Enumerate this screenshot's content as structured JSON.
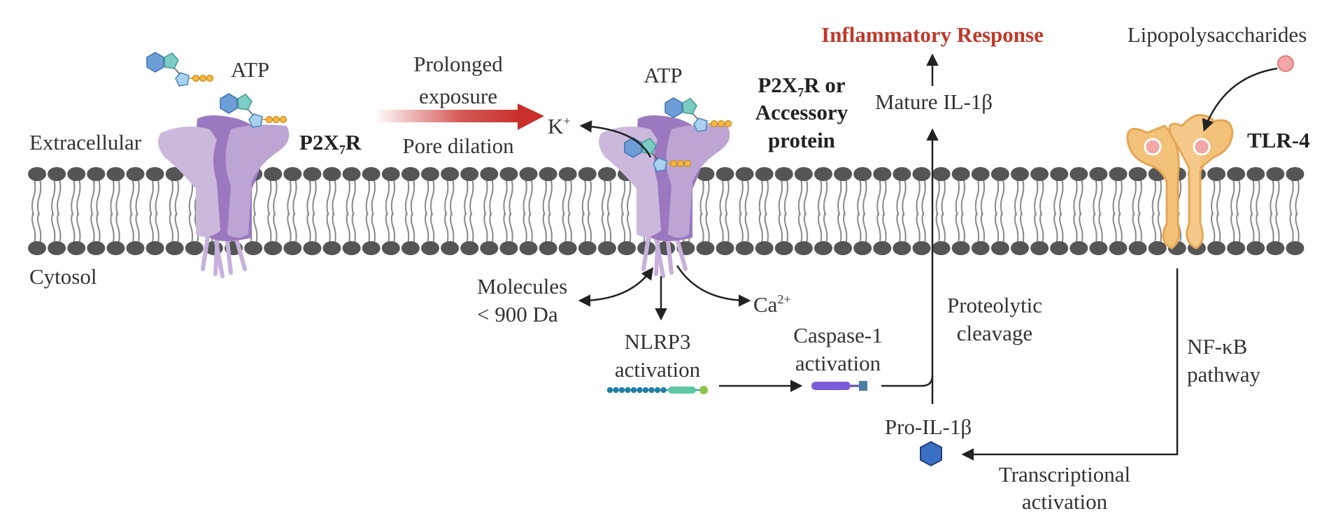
{
  "labels": {
    "extracellular": "Extracellular",
    "cytosol": "Cytosol",
    "atp_left": "ATP",
    "atp_middle": "ATP",
    "p2x7r_main": "P2X",
    "p2x7r_sub": "7",
    "p2x7r_end": "R",
    "prolonged": "Prolonged",
    "exposure": "exposure",
    "pore_dilation": "Pore dilation",
    "k_ion": "K",
    "k_charge": "+",
    "p2x7r_or_main": "P2X",
    "p2x7r_or_sub": "7",
    "p2x7r_or_end": "R or",
    "accessory": "Accessory",
    "protein": "protein",
    "inflammatory_response": "Inflammatory Response",
    "mature_il": "Mature IL-1β",
    "lipopolysaccharides": "Lipopolysaccharides",
    "tlr4": "TLR-4",
    "molecules": "Molecules",
    "lt_900": "< 900 Da",
    "ca_ion": "Ca",
    "ca_charge": "2+",
    "nlrp3": "NLRP3",
    "nlrp3_activation": "activation",
    "caspase1": "Caspase-1",
    "caspase1_activation": "activation",
    "proteolytic": "Proteolytic",
    "cleavage": "cleavage",
    "nfkb": "NF-κB",
    "pathway": "pathway",
    "pro_il": "Pro-IL-1β",
    "transcriptional": "Transcriptional",
    "transcriptional_activation": "activation"
  },
  "colors": {
    "receptor_light": "#cbb9db",
    "receptor_mid": "#b79fd0",
    "receptor_dark": "#9b78c0",
    "membrane_head": "#555555",
    "membrane_tail": "#8a8a8a",
    "arrow_red": "#c9302c",
    "tlr4": "#f2c27a",
    "tlr4_dark": "#e5a654",
    "lps": "#f2a6a6",
    "il1b": "#3b6fc4",
    "title_red": "#c0392b"
  }
}
